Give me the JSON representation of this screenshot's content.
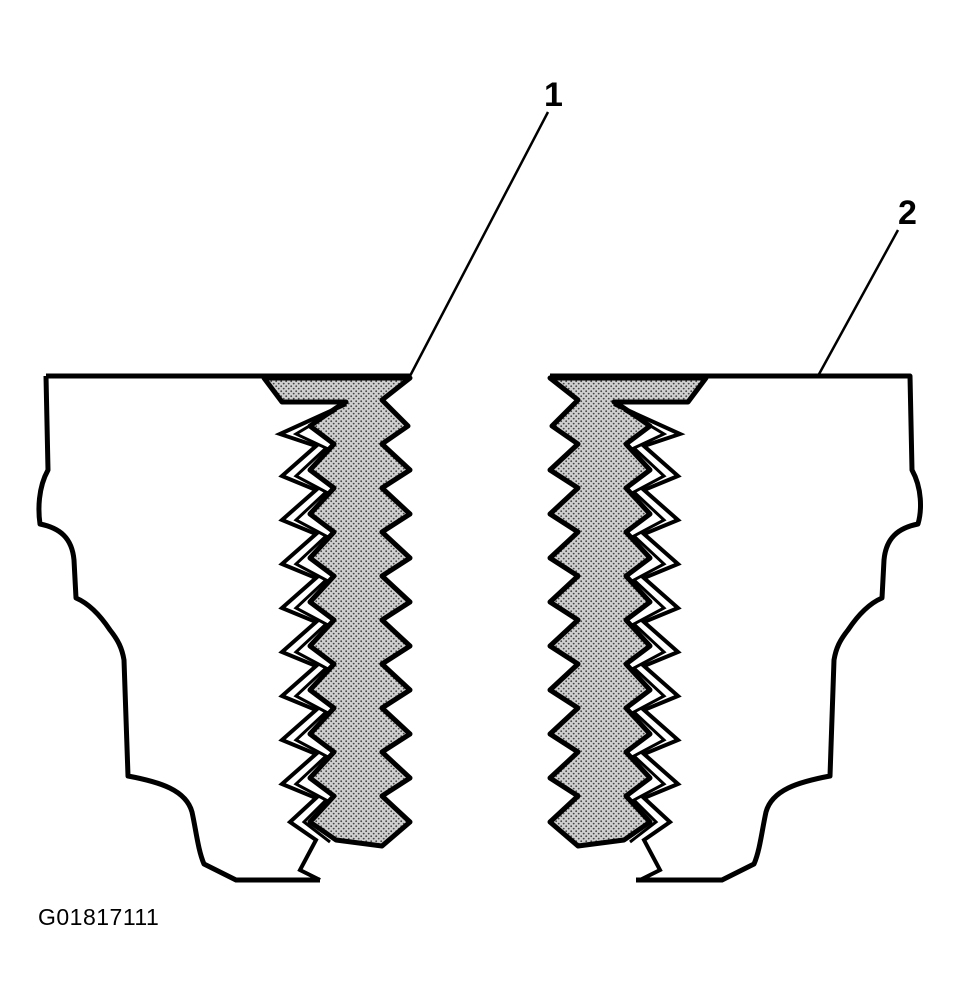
{
  "callouts": [
    {
      "number": "1"
    },
    {
      "number": "2"
    }
  ],
  "figure_id": "G01817111",
  "colors": {
    "stipple": "#bdbdbd",
    "line": "#000000",
    "background": "#ffffff"
  }
}
